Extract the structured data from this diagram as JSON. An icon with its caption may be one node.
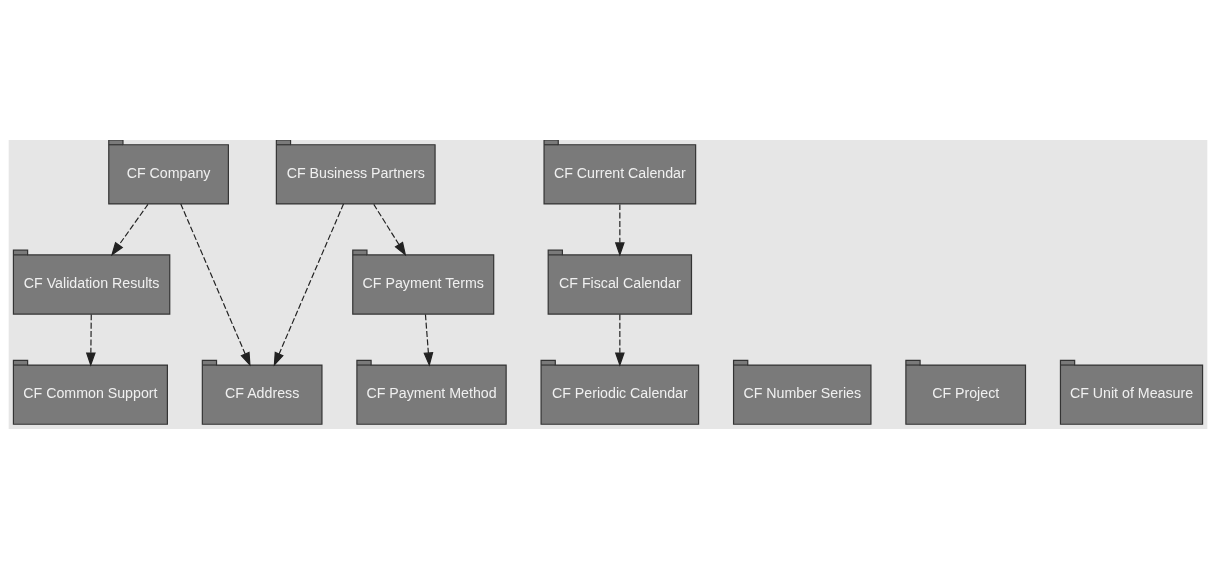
{
  "diagram": {
    "nodes": [
      {
        "text": [
          "CF Company"
        ]
      },
      {
        "text": [
          "CF Business Partners"
        ]
      },
      {
        "text": [
          "CF Current Calendar"
        ]
      },
      {
        "text": [
          "CF Validation Results"
        ]
      },
      {
        "text": [
          "CF Payment Terms"
        ]
      },
      {
        "text": [
          "CF Fiscal Calendar"
        ]
      },
      {
        "text": [
          "CF Number Series"
        ]
      },
      {
        "text": [
          "CF Project"
        ]
      },
      {
        "text": [
          "CF Unit of Measure"
        ]
      },
      {
        "text": [
          "CF Common Support"
        ]
      },
      {
        "text": [
          "CF Address"
        ]
      },
      {
        "text": [
          "CF Payment Method"
        ]
      },
      {
        "text": [
          "CF Periodic Calendar"
        ]
      }
    ],
    "edges": [
      {
        "from": 0,
        "to": 3,
        "arrow": "to",
        "style": "dashed"
      },
      {
        "from": 0,
        "to": 10,
        "arrow": "to",
        "style": "dashed"
      },
      {
        "from": 1,
        "to": 10,
        "arrow": "to",
        "style": "dashed"
      },
      {
        "from": 1,
        "to": 4,
        "arrow": "to",
        "style": "dashed"
      },
      {
        "from": 2,
        "to": 5,
        "arrow": "to",
        "style": "dashed"
      },
      {
        "from": 3,
        "to": 9,
        "arrow": "to",
        "style": "dashed"
      },
      {
        "from": 4,
        "to": 11,
        "arrow": "to",
        "style": "dashed"
      },
      {
        "from": 5,
        "to": 12,
        "arrow": "to",
        "style": "dashed"
      }
    ]
  }
}
